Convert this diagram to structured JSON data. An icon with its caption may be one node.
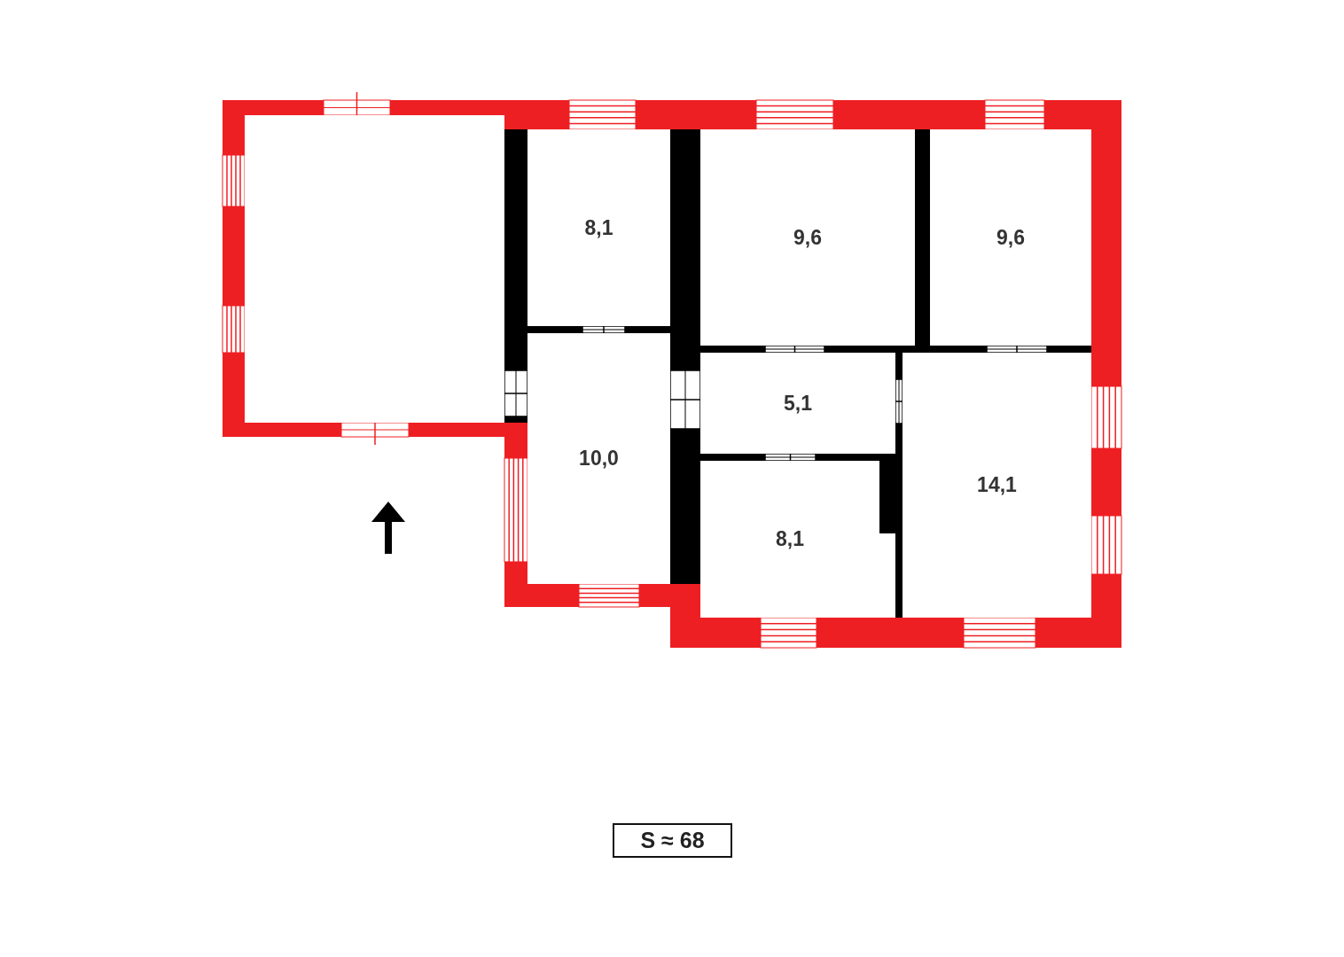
{
  "diagram": {
    "nodes": [
      {
        "text": [],
        "shape": "box"
      },
      {
        "text": [
          "8,1"
        ]
      },
      {
        "text": [
          "9,6"
        ]
      },
      {
        "text": [
          "9,6"
        ]
      },
      {
        "text": [
          "5,1"
        ]
      },
      {
        "text": [
          "10,0"
        ]
      },
      {
        "text": [
          "14,1"
        ]
      },
      {
        "text": [
          "8,1"
        ]
      },
      {
        "text": [
          "S ≈ 68"
        ]
      }
    ],
    "edges": []
  }
}
